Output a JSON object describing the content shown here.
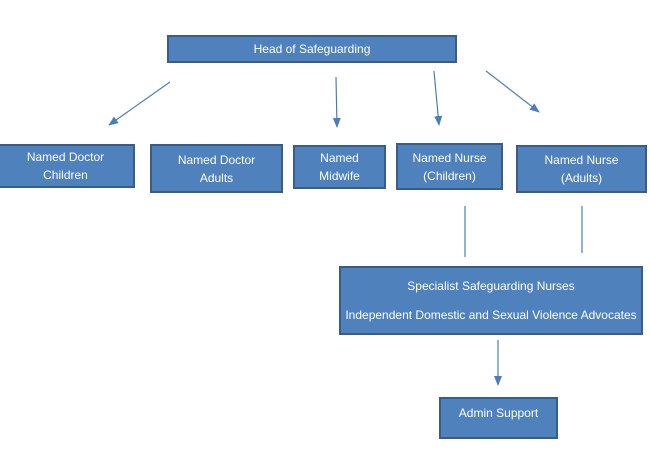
{
  "diagram": {
    "head": {
      "label": "Head of Safeguarding"
    },
    "roles": [
      {
        "line1": "Named Doctor",
        "line2": "Children"
      },
      {
        "line1": "Named Doctor",
        "line2": "Adults"
      },
      {
        "line1": "Named",
        "line2": "Midwife"
      },
      {
        "line1": "Named Nurse",
        "line2": "(Children)"
      },
      {
        "line1": "Named Nurse",
        "line2": "(Adults)"
      }
    ],
    "specialist": {
      "line1": "Specialist Safeguarding Nurses",
      "line2": "Independent Domestic and Sexual Violence Advocates"
    },
    "admin": {
      "label": "Admin Support"
    },
    "colors": {
      "box_fill": "#4f81bd",
      "box_border": "#385d8a",
      "text": "#ffffff",
      "connector": "#4a7ebb"
    }
  }
}
